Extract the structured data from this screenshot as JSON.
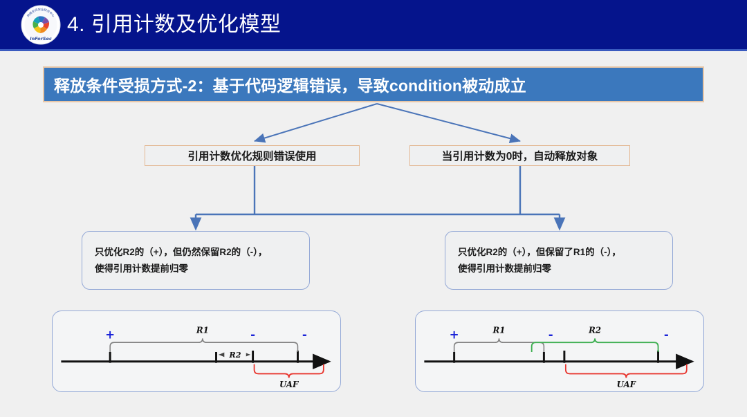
{
  "header": {
    "title": "4. 引用计数及优化模型",
    "logo_icon": "inforsec-logo-icon",
    "logo_text": "InForSec",
    "bg_color": "#05148c",
    "text_color": "#ffffff"
  },
  "banner": {
    "text": "释放条件受损方式-2：基于代码逻辑错误，导致condition被动成立",
    "bg_color": "#3b78bd",
    "border_color": "#e8c7a8"
  },
  "level2": {
    "left": {
      "text": "引用计数优化规则错误使用"
    },
    "right": {
      "text": "当引用计数为0时，自动释放对象"
    },
    "border_color": "#e3b894"
  },
  "level3": {
    "left": {
      "line1": "只优化R2的（+），但仍然保留R2的（-），",
      "line2": "使得引用计数提前归零"
    },
    "right": {
      "line1": "只优化R2的（+），但保留了R1的（-），",
      "line2": "使得引用计数提前归零"
    },
    "border_color": "#93a8d6"
  },
  "timelines": {
    "left": {
      "plus_label": "+",
      "minus_label_1": "-",
      "minus_label_2": "-",
      "r1_label": "R1",
      "r2_label": "R2",
      "uaf_label": "UAF",
      "plus_color": "#1a23d8",
      "minus_color": "#1a23d8",
      "r1_brace_color": "#808080",
      "r2_arrow_color": "#808080",
      "uaf_color": "#e8352e",
      "axis_color": "#111111"
    },
    "right": {
      "plus_label": "+",
      "minus_label_1": "-",
      "minus_label_2": "-",
      "r1_label": "R1",
      "r2_label": "R2",
      "uaf_label": "UAF",
      "plus_color": "#1a23d8",
      "minus_color": "#1a23d8",
      "r1_brace_color": "#808080",
      "r2_brace_color": "#3faf52",
      "uaf_color": "#e8352e",
      "axis_color": "#111111"
    }
  },
  "connectors": {
    "color": "#4a74b8"
  }
}
